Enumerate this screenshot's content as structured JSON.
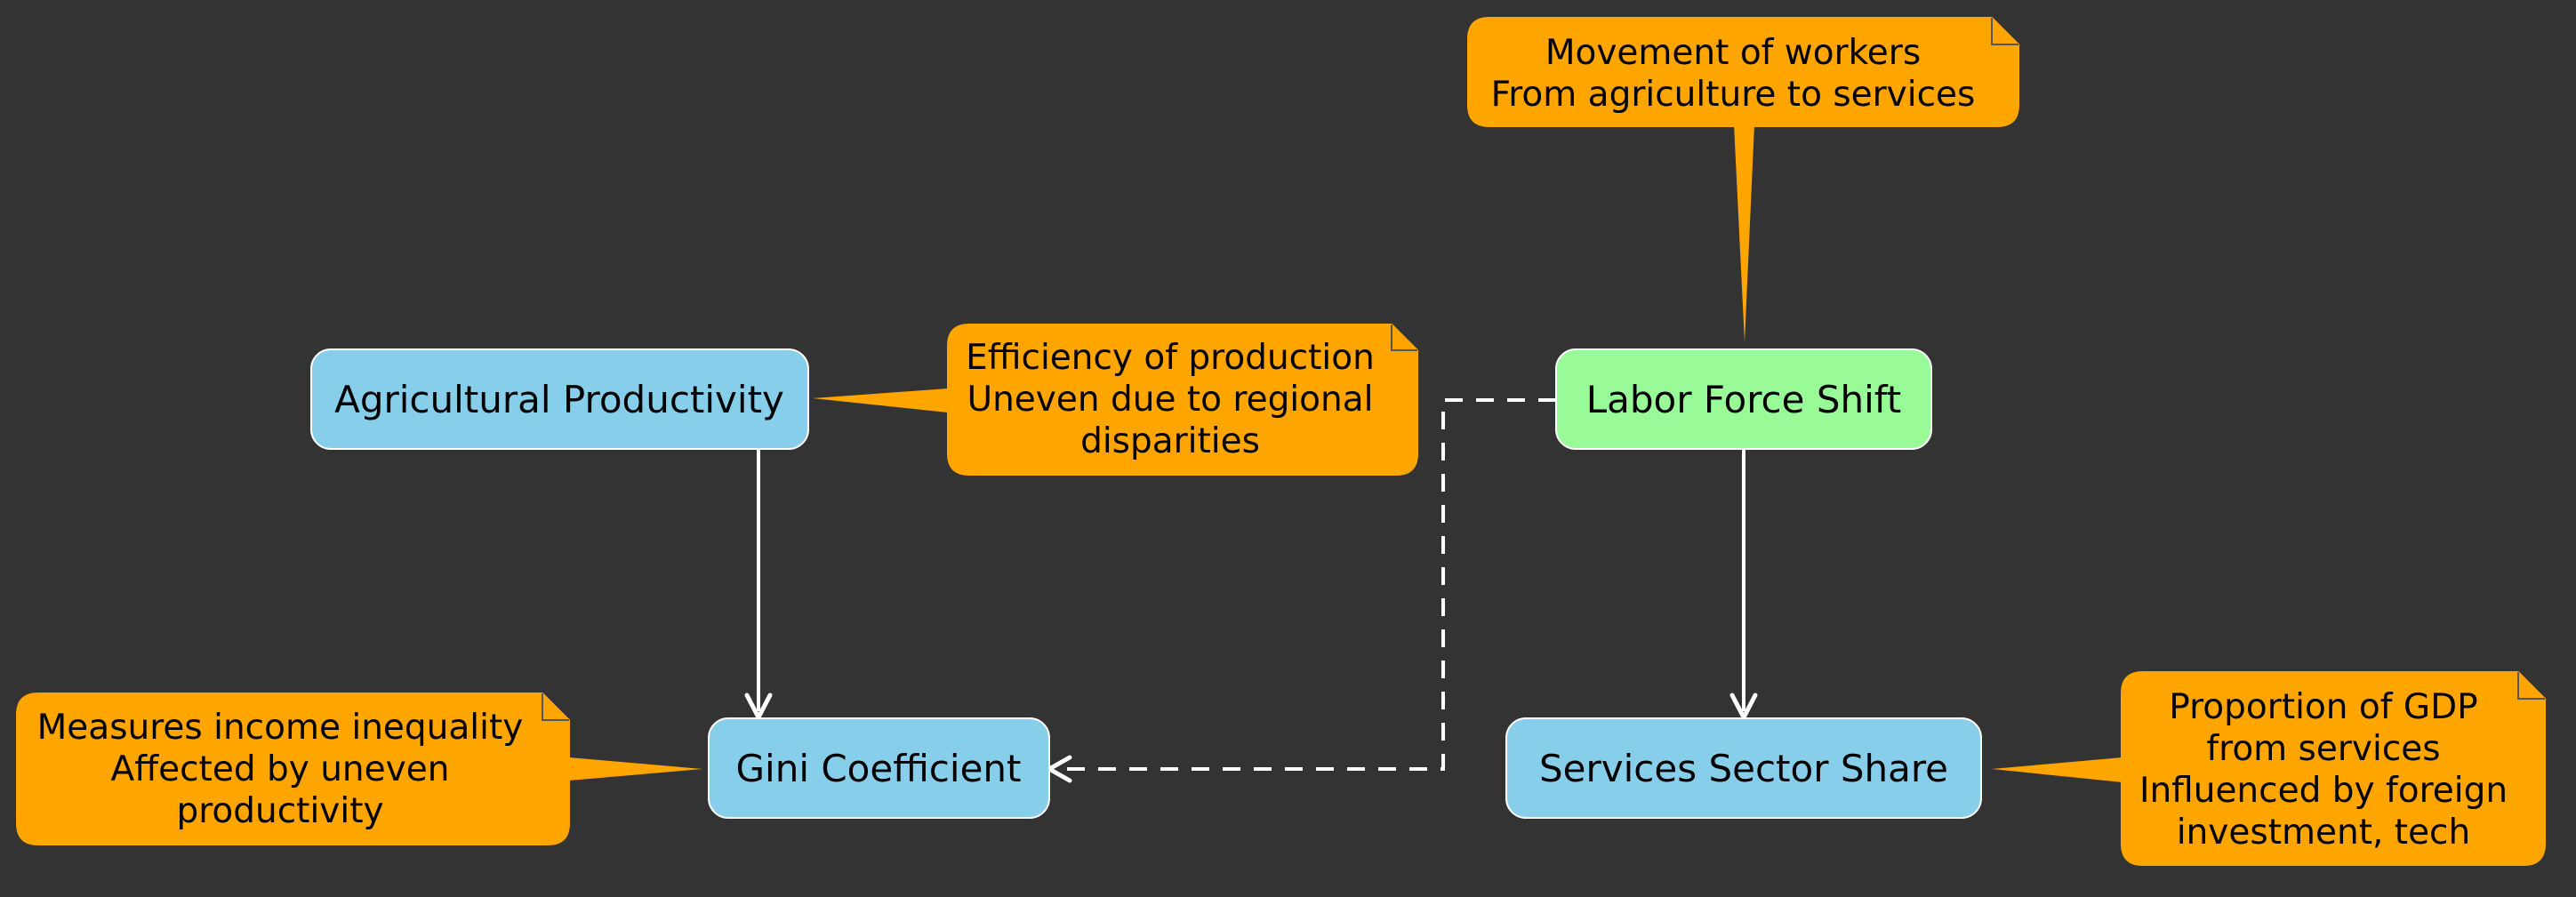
{
  "colors": {
    "background": "#333333",
    "node_blue": "#87CEEB",
    "node_green": "#98FB98",
    "note_orange": "#FFA500",
    "edge": "#FFFFFF"
  },
  "nodes": {
    "agricultural_productivity": "Agricultural Productivity",
    "labor_force_shift": "Labor Force Shift",
    "gini_coefficient": "Gini Coefficient",
    "services_sector_share": "Services Sector Share"
  },
  "notes": {
    "labor_force_shift": {
      "line1": "Movement of workers",
      "line2": "From agriculture to services"
    },
    "agricultural_productivity": {
      "line1": "Efficiency of production",
      "line2": "Uneven due to regional",
      "line3": "disparities"
    },
    "gini_coefficient": {
      "line1": "Measures income inequality",
      "line2": "Affected by uneven",
      "line3": "productivity"
    },
    "services_sector_share": {
      "line1": "Proportion of GDP",
      "line2": "from services",
      "line3": "Influenced by foreign",
      "line4": "investment, tech"
    }
  }
}
